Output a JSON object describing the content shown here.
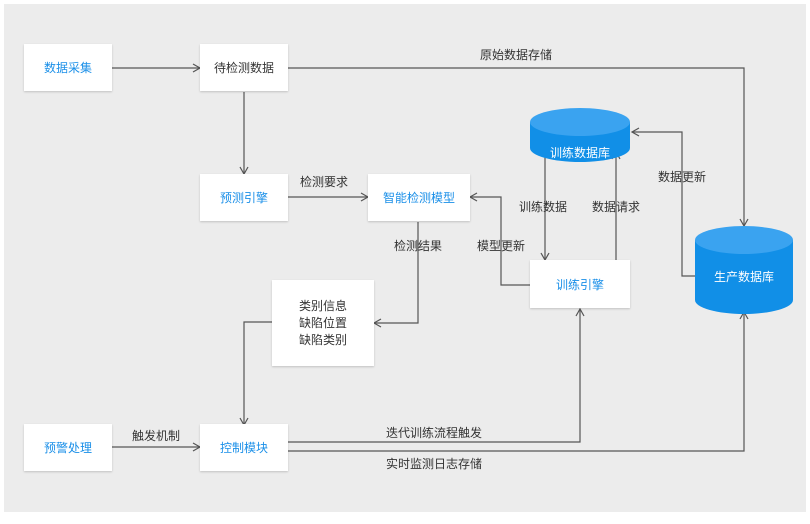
{
  "colors": {
    "accent": "#1a8fe8",
    "cylinder": "#118fe7",
    "background": "#ececec",
    "line": "#555555"
  },
  "nodes": {
    "data_collect": "数据采集",
    "pending_data": "待检测数据",
    "predict_engine": "预测引擎",
    "smart_model": "智能检测模型",
    "training_db": "训练数据库",
    "training_engine": "训练引擎",
    "production_db": "生产数据库",
    "info_box": {
      "line1": "类别信息",
      "line2": "缺陷位置",
      "line3": "缺陷类别"
    },
    "alert_handle": "预警处理",
    "control_module": "控制模块"
  },
  "edges": {
    "raw_storage": "原始数据存储",
    "detect_request": "检测要求",
    "detect_result": "检测结果",
    "model_update": "模型更新",
    "training_data": "训练数据",
    "data_request": "数据请求",
    "data_update": "数据更新",
    "trigger_mechanism": "触发机制",
    "iterative_training": "迭代训练流程触发",
    "realtime_log": "实时监测日志存储"
  }
}
